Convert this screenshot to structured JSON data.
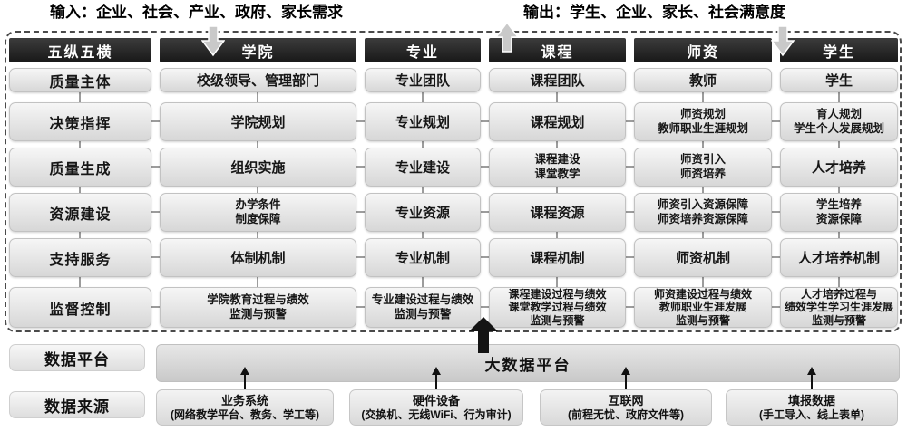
{
  "top": {
    "input_label": "输入：企业、社会、产业、政府、家长需求",
    "output_label": "输出：学生、企业、家长、社会满意度"
  },
  "matrix": {
    "corner": "五纵五横",
    "col_headers": [
      "学院",
      "专业",
      "课程",
      "师资",
      "学生"
    ],
    "rows": [
      {
        "label": "质量主体",
        "cells": [
          "校级领导、管理部门",
          "专业团队",
          "课程团队",
          "教师",
          "学生"
        ]
      },
      {
        "label": "决策指挥",
        "cells": [
          "学院规划",
          "专业规划",
          "课程规划",
          "师资规划\n教师职业生涯规划",
          "育人规划\n学生个人发展规划"
        ]
      },
      {
        "label": "质量生成",
        "cells": [
          "组织实施",
          "专业建设",
          "课程建设\n课堂教学",
          "师资引入\n师资培养",
          "人才培养"
        ]
      },
      {
        "label": "资源建设",
        "cells": [
          "办学条件\n制度保障",
          "专业资源",
          "课程资源",
          "师资引入资源保障\n师资培养资源保障",
          "学生培养\n资源保障"
        ]
      },
      {
        "label": "支持服务",
        "cells": [
          "体制机制",
          "专业机制",
          "课程机制",
          "师资机制",
          "人才培养机制"
        ]
      },
      {
        "label": "监督控制",
        "cells": [
          "学院教育过程与绩效\n监测与预警",
          "专业建设过程与绩效\n监测与预警",
          "课程建设过程与绩效\n课堂教学过程与绩效\n监测与预警",
          "师资建设过程与绩效\n教师职业生涯发展\n监测与预警",
          "人才培养过程与\n绩效学生学习生涯发展\n监测与预警"
        ]
      }
    ]
  },
  "platform": {
    "label": "数据平台",
    "bar": "大数据平台"
  },
  "sources": {
    "label": "数据来源",
    "items": [
      {
        "title": "业务系统",
        "detail": "(网络教学平台、教务、学工等)"
      },
      {
        "title": "硬件设备",
        "detail": "(交换机、无线WiFi、行为审计)"
      },
      {
        "title": "互联网",
        "detail": "(前程无忧、政府文件等)"
      },
      {
        "title": "填报数据",
        "detail": "(手工导入、线上表单)"
      }
    ]
  },
  "colors": {
    "header_bg": "#242424",
    "box_bg": "#e3e3e3",
    "connector": "#9c9c9c",
    "dashed_border": "#4a4a4a",
    "arrow_gray": "#c9c9c9",
    "arrow_black": "#141414"
  }
}
